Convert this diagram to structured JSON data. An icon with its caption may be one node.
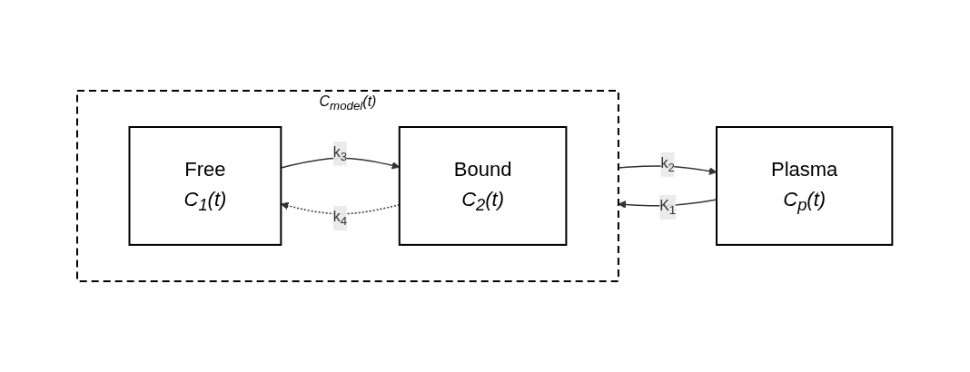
{
  "diagram": {
    "nodes": [
      {
        "text": [
          "Plasma",
          "C$_{p}$(t)"
        ]
      },
      {
        "text": [
          "C$_{model}$(t)"
        ]
      },
      {
        "text": [
          "Free",
          "C$_{1}$(t)"
        ],
        "in": 1
      },
      {
        "text": [
          "Bound",
          "C$_{2}$(t)"
        ],
        "in": 1
      }
    ],
    "edges": [
      {
        "from": 0,
        "to": 1,
        "arrow": "to",
        "label": "K$_{1}$"
      },
      {
        "from": 1,
        "to": 0,
        "arrow": "to",
        "label": "k$_{2}$"
      },
      {
        "from": 2,
        "to": 3,
        "arrow": "to",
        "label": "k$_{3}$"
      },
      {
        "from": 3,
        "to": 2,
        "arrow": "to",
        "label": "k$_{4}$",
        "style": "dashed"
      }
    ]
  }
}
